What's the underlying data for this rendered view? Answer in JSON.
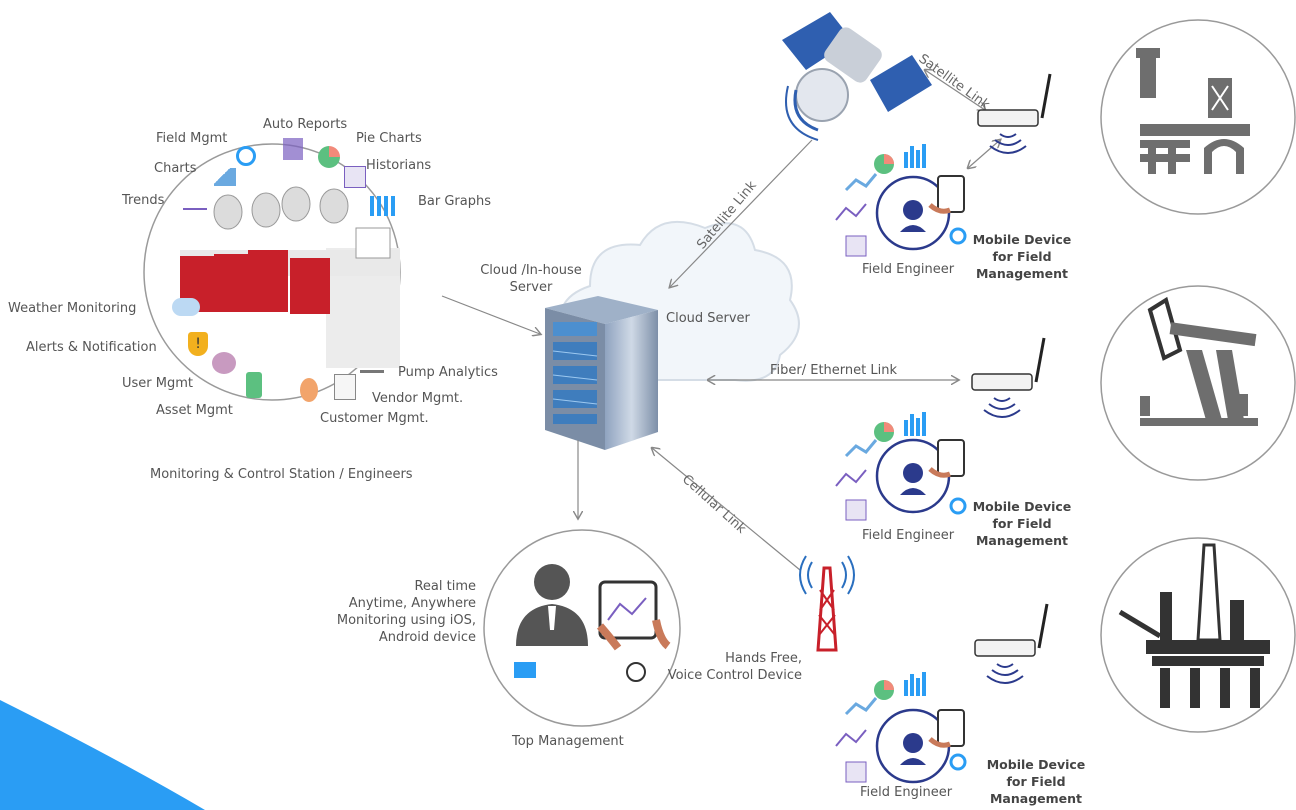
{
  "station": {
    "icon_labels": {
      "field_mgmt": "Field Mgmt",
      "auto_reports": "Auto Reports",
      "pie_charts": "Pie Charts",
      "charts": "Charts",
      "historians": "Historians",
      "trends": "Trends",
      "bar_graphs": "Bar Graphs",
      "weather": "Weather Monitoring",
      "alerts": "Alerts & Notification",
      "user_mgmt": "User Mgmt",
      "asset_mgmt": "Asset Mgmt",
      "pump_analytics": "Pump Analytics",
      "vendor_mgmt": "Vendor Mgmt.",
      "customer_mgmt": "Customer Mgmt."
    },
    "caption": "Monitoring & Control Station / Engineers"
  },
  "server": {
    "label_line1": "Cloud /In-house",
    "label_line2": "Server",
    "cloud_label": "Cloud Server"
  },
  "links": {
    "satellite_top": "Satellite Link",
    "satellite_diag": "Satellite Link",
    "fiber": "Fiber/ Ethernet Link",
    "cellular": "Cellular Link"
  },
  "field": {
    "engineer_label": "Field Engineer",
    "mobile_line1": "Mobile Device",
    "mobile_line2": "for Field",
    "mobile_line3": "Management"
  },
  "management": {
    "realtime_line1": "Real time",
    "realtime_line2": "Anytime, Anywhere",
    "realtime_line3": "Monitoring using iOS,",
    "realtime_line4": "Android device",
    "voice_line1": "Hands Free,",
    "voice_line2": "Voice Control Device",
    "caption": "Top Management"
  },
  "colors": {
    "accent_blue": "#2a9df4",
    "navy": "#2b3a8c",
    "red_chair": "#c8202a",
    "gray_icon": "#6e6e6e",
    "line": "#888888"
  }
}
